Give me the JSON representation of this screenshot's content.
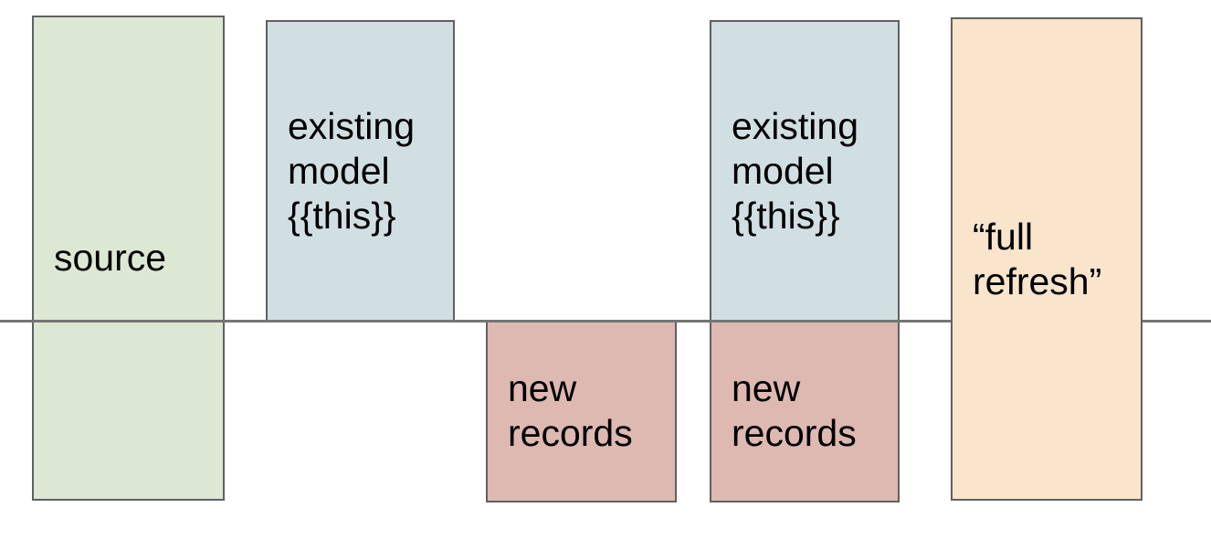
{
  "diagram": {
    "background": "#ffffff",
    "border_color": "#606060",
    "divider_line_color": "#757575",
    "text_color": "#000000",
    "boxes": [
      {
        "name": "source",
        "label": "source",
        "fill": "#dce8d4"
      },
      {
        "name": "existing-model-left",
        "label": "existing\nmodel\n{{this}}",
        "fill": "#d1dfe3"
      },
      {
        "name": "new-records-left",
        "label": "new\nrecords",
        "fill": "#ddb9b1"
      },
      {
        "name": "existing-model-right",
        "label": "existing\nmodel\n{{this}}",
        "fill": "#d1dfe3"
      },
      {
        "name": "new-records-right",
        "label": "new\nrecords",
        "fill": "#ddb9b1"
      },
      {
        "name": "full-refresh",
        "label": "“full\nrefresh”",
        "fill": "#f9e4cc"
      }
    ]
  }
}
